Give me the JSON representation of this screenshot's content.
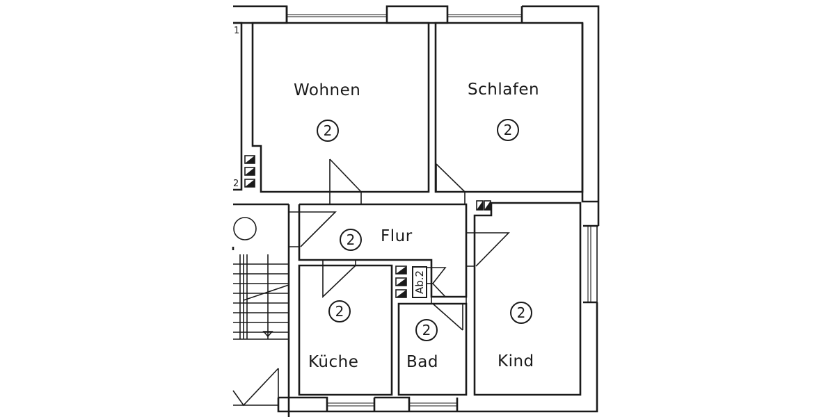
{
  "plan": {
    "type": "apartment-floor-plan",
    "colors": {
      "line": "#1a1a1a",
      "background": "#ffffff"
    },
    "rooms": [
      {
        "id": "wohnen",
        "label": "Wohnen",
        "number": "2"
      },
      {
        "id": "schlafen",
        "label": "Schlafen",
        "number": "2"
      },
      {
        "id": "flur",
        "label": "Flur",
        "number": "2"
      },
      {
        "id": "kueche",
        "label": "Küche",
        "number": "2"
      },
      {
        "id": "bad",
        "label": "Bad",
        "number": "2"
      },
      {
        "id": "kind",
        "label": "Kind",
        "number": "2"
      }
    ],
    "annotations": {
      "shaft": "Ab.2",
      "left_marker_top": "1",
      "left_marker_bottom": "2"
    }
  }
}
